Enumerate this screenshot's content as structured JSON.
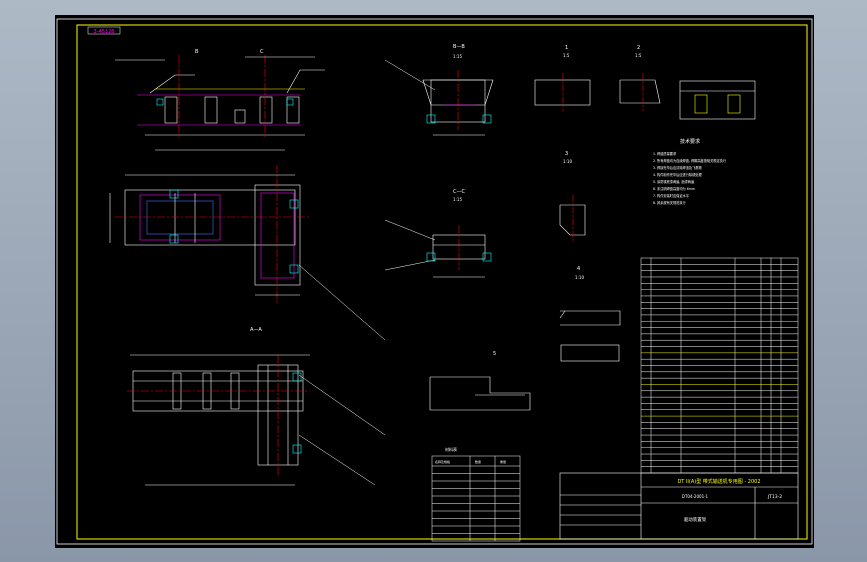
{
  "sheet": {
    "stamp": "3-45126",
    "sheet_code": "JT13-2"
  },
  "views": {
    "section_b": "B—B",
    "section_b_scale": "1:15",
    "detail_1": "1",
    "detail_1_scale": "1:5",
    "detail_2": "2",
    "detail_2_scale": "1:5",
    "detail_3": "3",
    "detail_3_scale": "1:10",
    "section_c": "C—C",
    "section_c_scale": "1:15",
    "detail_4": "4",
    "detail_4_scale": "1:10",
    "detail_5": "5",
    "section_a": "A—A",
    "cut_b": "B",
    "cut_c": "C"
  },
  "notes": {
    "title": "技术要求",
    "lines": [
      "1. 焊缝质量要求",
      "2. 所有焊缝均为连续焊缝, 焊脚高度按相关规定执行",
      "3. 焊接完毕后应清除焊渣及飞溅物",
      "4. 构件制作完毕后应进行除锈处理",
      "5. 涂防锈底漆两遍, 面漆两遍",
      "6. 未注明焊缝高度均为 6mm",
      "7. 构件安装时应保证水平",
      "8. 其余按有关规范执行"
    ]
  },
  "table_small": {
    "title": "材料表",
    "headers": [
      "名称及规格",
      "数量",
      "重量"
    ],
    "rows": [
      [
        "",
        "",
        ""
      ],
      [
        "",
        "",
        ""
      ],
      [
        "",
        "",
        ""
      ],
      [
        "",
        "",
        ""
      ],
      [
        "",
        "",
        ""
      ],
      [
        "",
        "",
        ""
      ],
      [
        "",
        "",
        ""
      ],
      [
        "",
        "",
        ""
      ],
      [
        "",
        "",
        ""
      ],
      [
        "",
        "",
        ""
      ]
    ]
  },
  "title_block": {
    "project": "DT II(A)型 带式输送机专用图 - 2002",
    "drawing_no": "DT04-2001-1",
    "drawing_name": "驱动装置架"
  }
}
